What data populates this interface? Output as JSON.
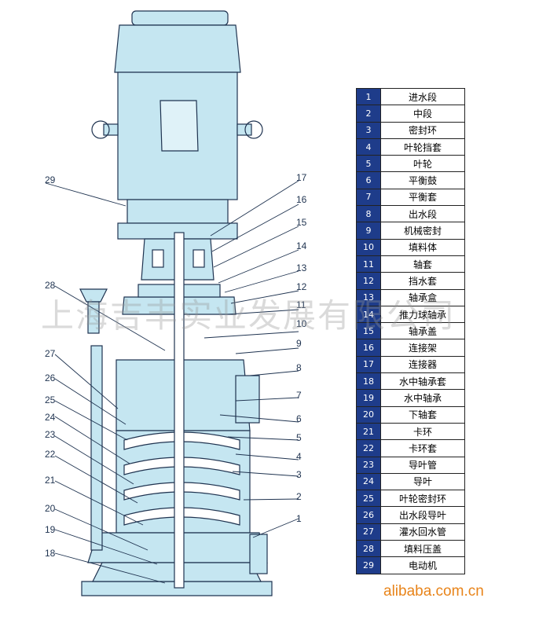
{
  "parts": [
    {
      "no": "1",
      "name": "进水段"
    },
    {
      "no": "2",
      "name": "中段"
    },
    {
      "no": "3",
      "name": "密封环"
    },
    {
      "no": "4",
      "name": "叶轮挡套"
    },
    {
      "no": "5",
      "name": "叶轮"
    },
    {
      "no": "6",
      "name": "平衡鼓"
    },
    {
      "no": "7",
      "name": "平衡套"
    },
    {
      "no": "8",
      "name": "出水段"
    },
    {
      "no": "9",
      "name": "机械密封"
    },
    {
      "no": "10",
      "name": "填料体"
    },
    {
      "no": "11",
      "name": "轴套"
    },
    {
      "no": "12",
      "name": "挡水套"
    },
    {
      "no": "13",
      "name": "轴承盒"
    },
    {
      "no": "14",
      "name": "推力球轴承"
    },
    {
      "no": "15",
      "name": "轴承盖"
    },
    {
      "no": "16",
      "name": "连接架"
    },
    {
      "no": "17",
      "name": "连接器"
    },
    {
      "no": "18",
      "name": "水中轴承套"
    },
    {
      "no": "19",
      "name": "水中轴承"
    },
    {
      "no": "20",
      "name": "下轴套"
    },
    {
      "no": "21",
      "name": "卡环"
    },
    {
      "no": "22",
      "name": "卡环套"
    },
    {
      "no": "23",
      "name": "导叶管"
    },
    {
      "no": "24",
      "name": "导叶"
    },
    {
      "no": "25",
      "name": "叶轮密封环"
    },
    {
      "no": "26",
      "name": "出水段导叶"
    },
    {
      "no": "27",
      "name": "灌水回水管"
    },
    {
      "no": "28",
      "name": "填料压盖"
    },
    {
      "no": "29",
      "name": "电动机"
    }
  ],
  "watermark": "上海吉丰实业发展有限公司",
  "brand": "alibaba.com.cn",
  "colors": {
    "body_fill": "#c5e6f1",
    "line": "#1f3350",
    "table_number_bg": "#1e3c8a",
    "brand": "#e8841a"
  }
}
